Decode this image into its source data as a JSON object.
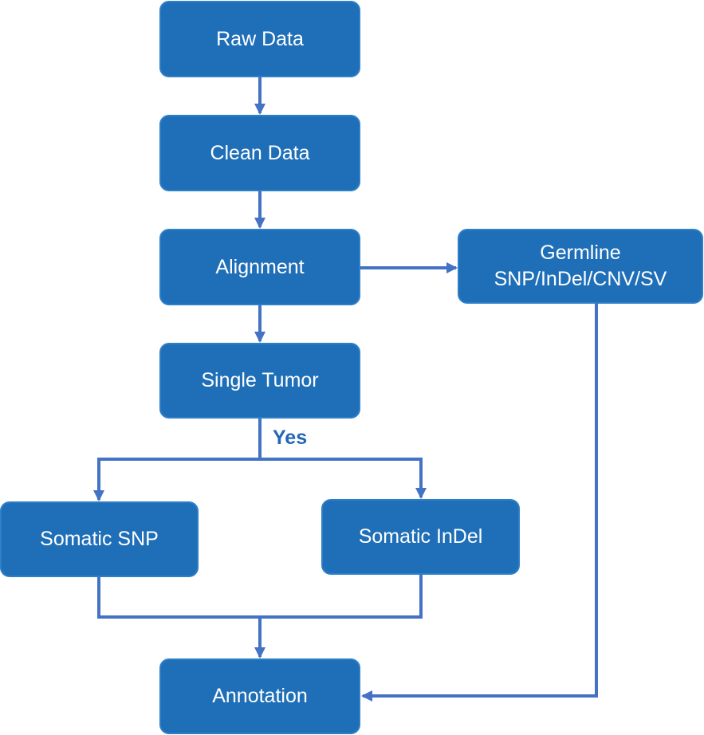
{
  "colors": {
    "node_fill": "#1f6fb8",
    "node_border": "#2d7fc8",
    "node_text": "#ffffff",
    "connector": "#4472c4",
    "edge_label": "#2167b5",
    "background": "#ffffff"
  },
  "nodes": {
    "raw_data": "Raw Data",
    "clean_data": "Clean Data",
    "alignment": "Alignment",
    "germline": {
      "line1": "Germline",
      "line2": "SNP/InDel/CNV/SV"
    },
    "single_tumor": "Single Tumor",
    "somatic_snp": "Somatic SNP",
    "somatic_indel": "Somatic InDel",
    "annotation": "Annotation"
  },
  "edge_labels": {
    "yes": "Yes"
  },
  "edges": [
    {
      "from": "raw_data",
      "to": "clean_data"
    },
    {
      "from": "clean_data",
      "to": "alignment"
    },
    {
      "from": "alignment",
      "to": "germline"
    },
    {
      "from": "alignment",
      "to": "single_tumor"
    },
    {
      "from": "single_tumor",
      "to": "somatic_snp",
      "label": "yes"
    },
    {
      "from": "single_tumor",
      "to": "somatic_indel",
      "label": "yes"
    },
    {
      "from": "somatic_snp",
      "to": "annotation"
    },
    {
      "from": "somatic_indel",
      "to": "annotation"
    },
    {
      "from": "germline",
      "to": "annotation"
    }
  ]
}
